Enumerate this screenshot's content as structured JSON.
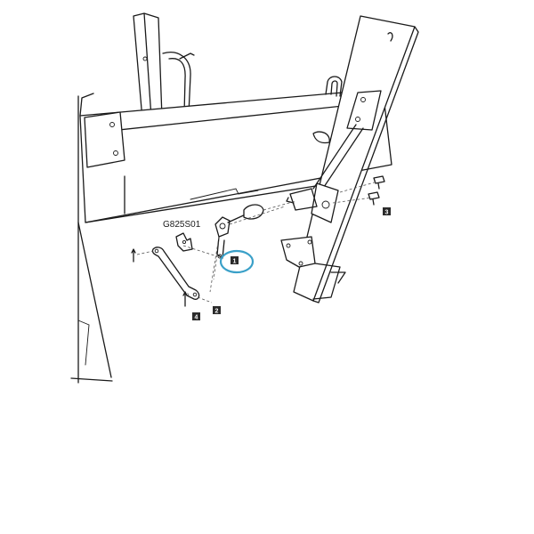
{
  "diagram": {
    "part_code": "G825S01",
    "callouts": [
      "1",
      "2",
      "3",
      "4"
    ],
    "highlight_color": "#3aa0c8"
  }
}
